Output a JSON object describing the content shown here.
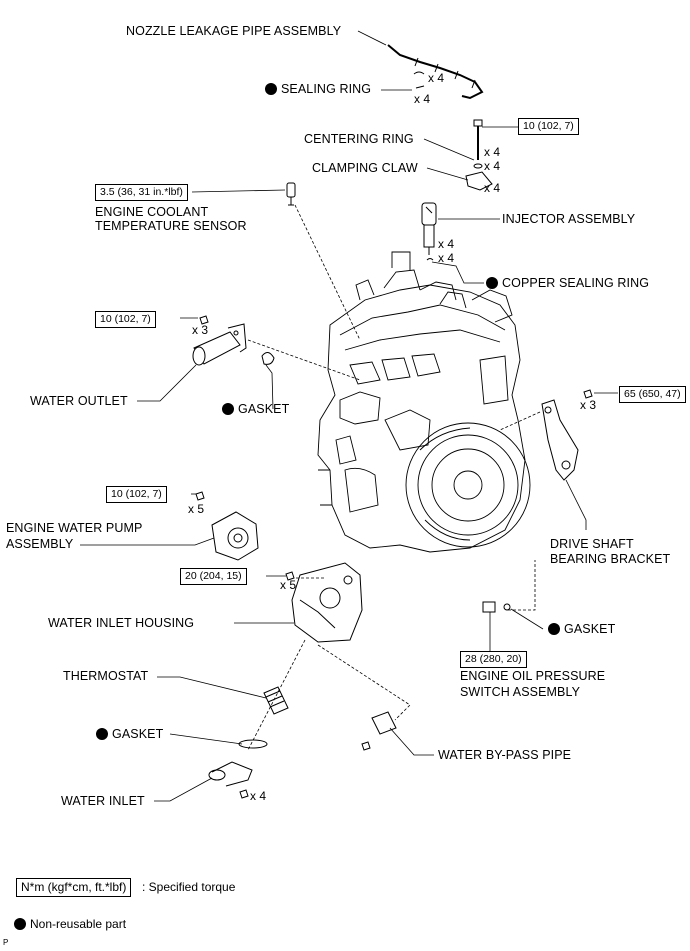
{
  "labels": {
    "nozzle_leakage_pipe": "NOZZLE LEAKAGE PIPE ASSEMBLY",
    "sealing_ring": "SEALING RING",
    "centering_ring": "CENTERING RING",
    "clamping_claw": "CLAMPING CLAW",
    "ect_sensor_line1": "ENGINE COOLANT",
    "ect_sensor_line2": "TEMPERATURE SENSOR",
    "injector": "INJECTOR ASSEMBLY",
    "copper_sealing_ring": "COPPER SEALING RING",
    "water_outlet": "WATER OUTLET",
    "gasket_outlet": "GASKET",
    "drive_shaft_line1": "DRIVE SHAFT",
    "drive_shaft_line2": "BEARING BRACKET",
    "water_pump_line1": "ENGINE WATER PUMP",
    "water_pump_line2": "ASSEMBLY",
    "water_inlet_housing": "WATER INLET HOUSING",
    "gasket_oil": "GASKET",
    "oil_switch_line1": "ENGINE OIL PRESSURE",
    "oil_switch_line2": "SWITCH ASSEMBLY",
    "thermostat": "THERMOSTAT",
    "gasket_thermo": "GASKET",
    "water_bypass": "WATER BY-PASS PIPE",
    "water_inlet": "WATER INLET"
  },
  "quantities": {
    "nozzle_pipe": "x 4",
    "sealing_ring": "x 4",
    "injector_bolt": "x 4",
    "centering_ring": "x 4",
    "clamping_claw": "x 4",
    "injector_1": "x 4",
    "injector_2": "x 4",
    "water_outlet_bolt": "x 3",
    "bracket_bolt": "x 3",
    "pump_bolt": "x 5",
    "housing_bolt": "x 5",
    "inlet_bolt": "x 4"
  },
  "torques": {
    "injector_clamp": "10 (102, 7)",
    "ect_sensor": "3.5 (36, 31 in.*lbf)",
    "water_outlet": "10 (102, 7)",
    "drive_bracket": "65 (650, 47)",
    "water_pump": "10 (102, 7)",
    "inlet_housing": "20 (204, 15)",
    "oil_switch": "28 (280, 20)"
  },
  "legend": {
    "torque_box": "N*m (kgf*cm, ft.*lbf)",
    "torque_text": ": Specified torque",
    "nonreusable_text": "Non-reusable part"
  },
  "corner_mark": "P"
}
